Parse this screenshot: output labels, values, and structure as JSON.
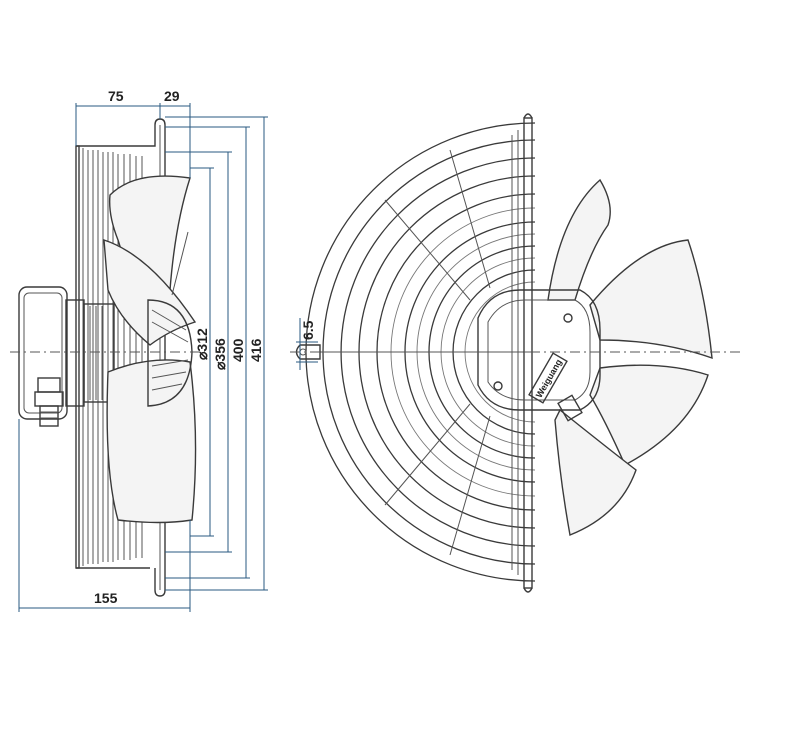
{
  "dimensions": {
    "d75": "75",
    "d29": "29",
    "d155": "155",
    "d312": "⌀312",
    "d356": "⌀356",
    "d400": "400",
    "d416": "416",
    "d6_5": "6.5"
  },
  "logo_text": "Weiguang"
}
